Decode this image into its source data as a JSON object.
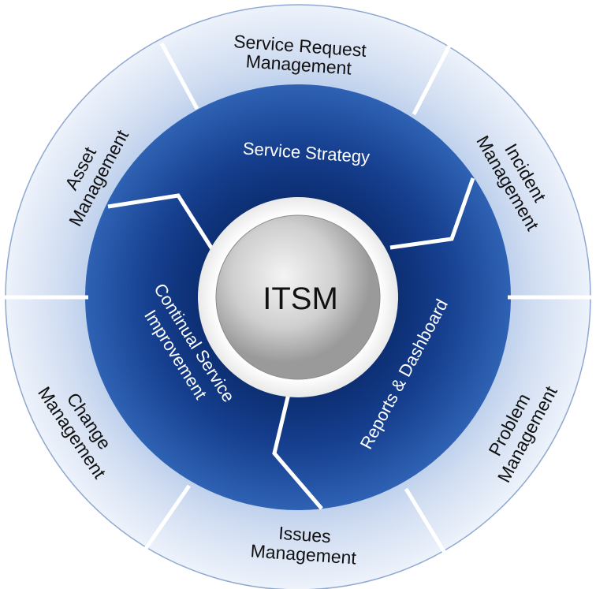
{
  "center": {
    "label": "ITSM"
  },
  "inner_segments": [
    {
      "id": "service-strategy",
      "label": "Service Strategy"
    },
    {
      "id": "reports-dashboard",
      "label": "Reports & Dashboard"
    },
    {
      "id": "continual-improvement",
      "line1": "Continual Service",
      "line2": "Improvement"
    }
  ],
  "outer_segments": [
    {
      "id": "service-request",
      "line1": "Service Request",
      "line2": "Management"
    },
    {
      "id": "incident",
      "line1": "Incident",
      "line2": "Management"
    },
    {
      "id": "problem",
      "line1": "Problem",
      "line2": "Management"
    },
    {
      "id": "issues",
      "line1": "Issues",
      "line2": "Management"
    },
    {
      "id": "change",
      "line1": "Change",
      "line2": "Management"
    },
    {
      "id": "asset",
      "line1": "Asset",
      "line2": "Management"
    }
  ],
  "colors": {
    "outer_ring_light": "#eef3fb",
    "outer_ring_dark": "#a9c2e6",
    "inner_ring_light": "#2f62b4",
    "inner_ring_dark": "#0a2a6b",
    "center_light": "#f4f4f4",
    "center_dark": "#9a9a9a"
  }
}
